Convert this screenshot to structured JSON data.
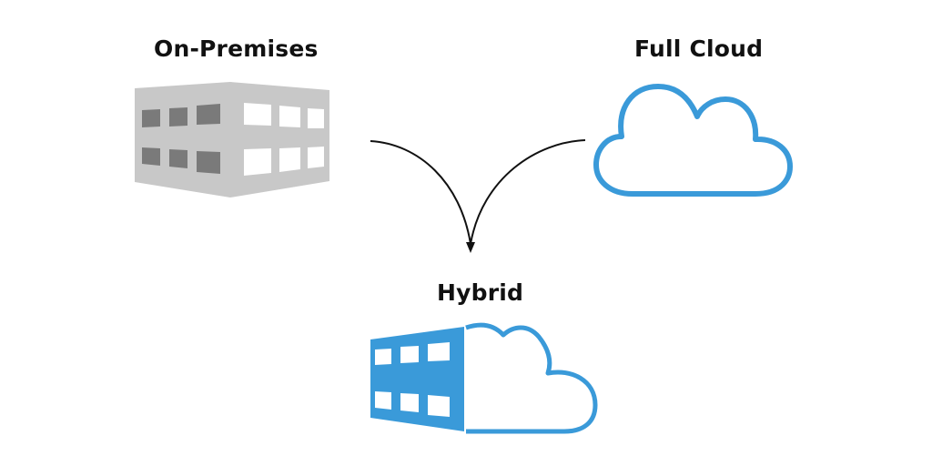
{
  "labels": {
    "on_premises": "On-Premises",
    "full_cloud": "Full Cloud",
    "hybrid": "Hybrid"
  },
  "icons": {
    "on_premises": "building-icon",
    "full_cloud": "cloud-icon",
    "hybrid": "building-cloud-icon"
  },
  "colors": {
    "building_gray_light": "#c8c8c8",
    "building_gray_dark": "#7a7a7a",
    "cloud_blue": "#3a9ad9",
    "arrow": "#111111",
    "text": "#111111"
  }
}
